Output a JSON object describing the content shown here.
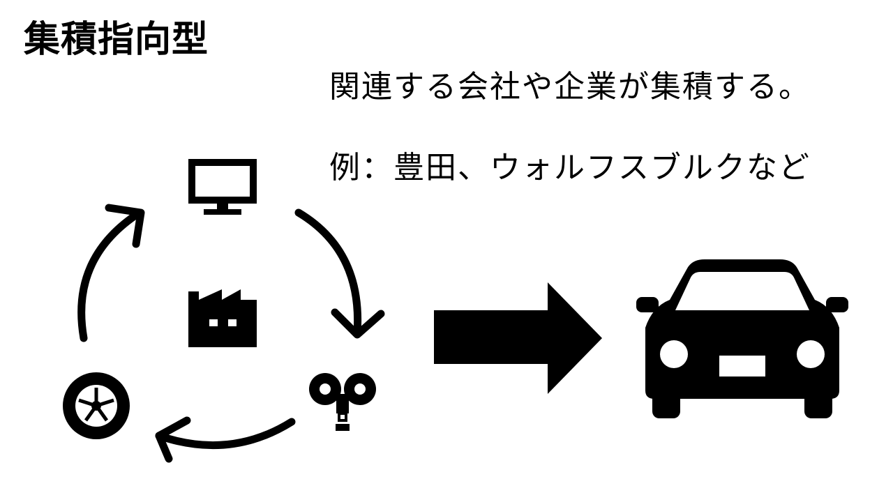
{
  "slide": {
    "title": "集積指向型",
    "description": "関連する会社や企業が集積する。",
    "example": "例：豊田、ウォルフスブルクなど"
  },
  "icons": [
    "monitor-icon",
    "factory-icon",
    "key-icon",
    "tire-icon",
    "car-icon",
    "cycle-arrow-icon",
    "right-arrow-icon"
  ]
}
